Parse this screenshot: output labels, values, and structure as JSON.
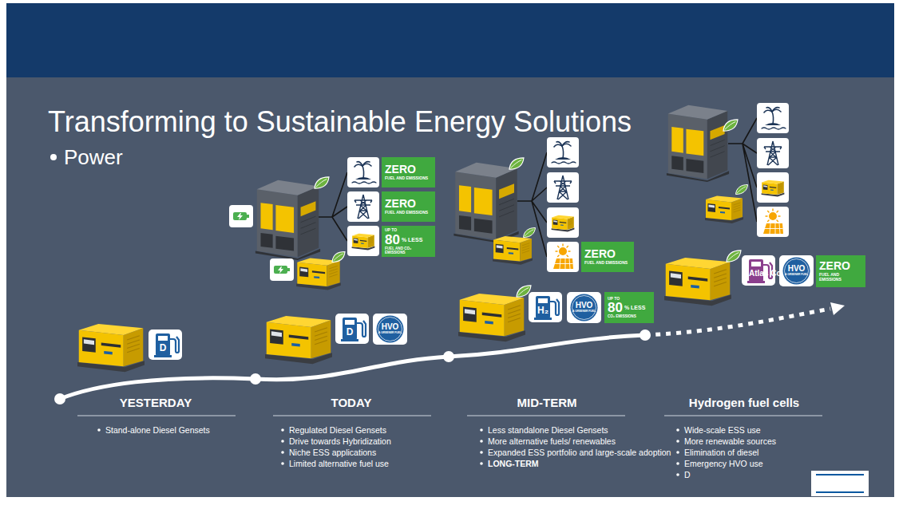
{
  "diagram": {
    "title": "Transforming to Sustainable Energy Solutions",
    "nodes": [
      {
        "text": [
          "ZERO",
          "FUEL AND EMISSIONS"
        ]
      },
      {
        "text": [
          "ZERO",
          "FUEL AND EMISSIONS"
        ]
      },
      {
        "text": [
          "UP TO",
          "80",
          "% LESS",
          "FUEL AND CO₂ EMISSIONS"
        ]
      },
      {
        "text": [
          "HVO",
          "A GREENER FUEL"
        ]
      },
      {
        "text": [
          "ZERO",
          "FUEL AND EMISSIONS"
        ]
      },
      {
        "text": [
          "HVO",
          "A GREENER FUEL"
        ]
      },
      {
        "text": [
          "UP TO",
          "80",
          "% LESS",
          "CO₂ EMISSIONS"
        ]
      },
      {
        "text": [
          "HVO",
          "A GREENER FUEL"
        ]
      },
      {
        "text": [
          "ZERO",
          "FUEL AND EMISSIONS"
        ]
      }
    ],
    "labels": [
      "Power",
      "YESTERDAY",
      "Stand-alone Diesel Gensets",
      "TODAY",
      "Regulated Diesel Gensets",
      "Drive towards Hybridization",
      "Niche ESS applications",
      "Limited alternative fuel use",
      "MID-TERM",
      "Less standalone Diesel Gensets",
      "More alternative fuels/ renewables",
      "Expanded ESS portfolio and large-scale adoption",
      "LONG-TERM",
      "Hydrogen fuel cells",
      "Wide-scale ESS use",
      "More renewable sources",
      "Elimination of diesel",
      "Emergency HVO use",
      "D",
      "D",
      "D",
      "H₂",
      "Atlas Copco"
    ]
  }
}
